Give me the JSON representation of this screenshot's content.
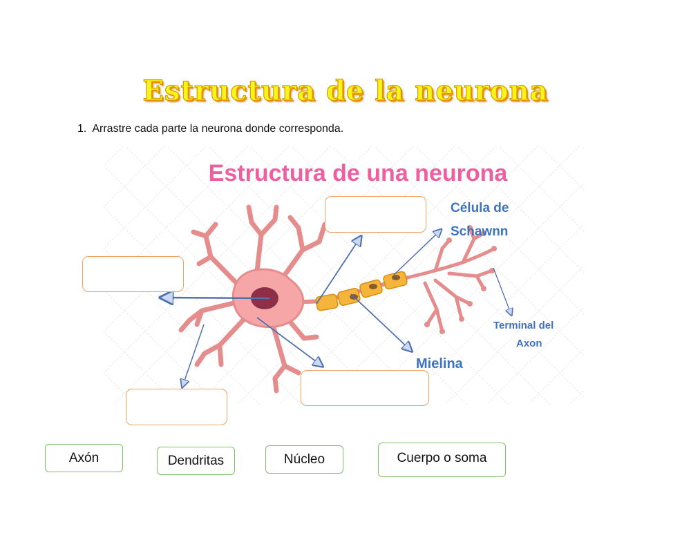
{
  "title": "Estructura de la neurona",
  "instruction": {
    "number": "1.",
    "text": "Arrastre cada parte la neurona donde corresponda."
  },
  "diagram": {
    "heading": "Estructura de una neurona",
    "labels": {
      "schwann_line1": "Célula de",
      "schwann_line2": "Schawnn",
      "terminal_line1": "Terminal del",
      "terminal_line2": "Axon",
      "mielina": "Mielina"
    },
    "colors": {
      "heading": "#ef5fa0",
      "labels": "#3f73bf",
      "neuron": "#e58c8c",
      "nucleus": "#8e2f4a",
      "myelin": "#f5b53a",
      "arrows": "#4f6fae"
    }
  },
  "drop_zones": [
    "",
    "",
    "",
    ""
  ],
  "answer_chips": [
    {
      "label": "Axón"
    },
    {
      "label": "Dendritas"
    },
    {
      "label": "Núcleo"
    },
    {
      "label": "Cuerpo o soma"
    }
  ],
  "colors": {
    "title_fill": "#f5f51a",
    "title_outline": "#d99a00",
    "drop_border": "#f0a060",
    "chip_border": "#7dbf6a"
  }
}
